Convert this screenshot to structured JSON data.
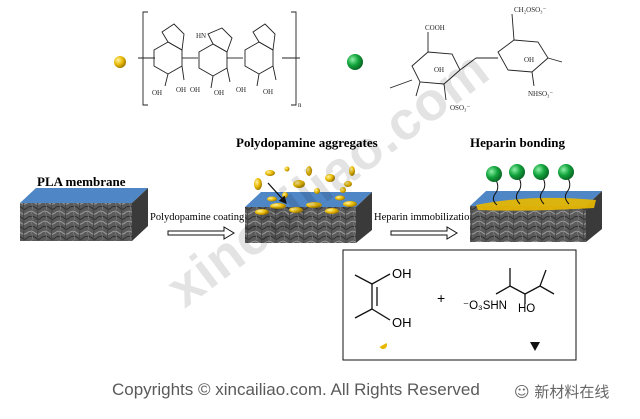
{
  "labels": {
    "pla_membrane": "PLA membrane",
    "polydopamine_aggregates": "Polydopamine aggregates",
    "heparin_bonding": "Heparin bonding",
    "step_coating": "Polydopamine coating",
    "step_immobilization": "Heparin immobilization"
  },
  "polydopamine_structure": {
    "nh_label": "HN",
    "hydroxyl": "OH",
    "repeat_subscript": "n"
  },
  "heparin_structure": {
    "cooh": "COOH",
    "ch2oso3": "CH₂OSO₃⁻",
    "oh": "OH",
    "oso3": "OSO₃⁻",
    "nhso3": "NHSO₃⁻"
  },
  "inset": {
    "oh_top": "OH",
    "oh_bottom": "OH",
    "plus": "+",
    "so3": "⁻O₃SHN",
    "ho": "HO"
  },
  "watermark": "xincailiao.com",
  "footer": {
    "copyright": "Copyrights © xincailiao.com. All Rights Reserved",
    "wechat": "新材料在线"
  },
  "colors": {
    "polydopamine": "#e8b800",
    "heparin": "#13a53d",
    "membrane_top": "#4f86c6",
    "membrane_face": "#5a5a5a"
  }
}
